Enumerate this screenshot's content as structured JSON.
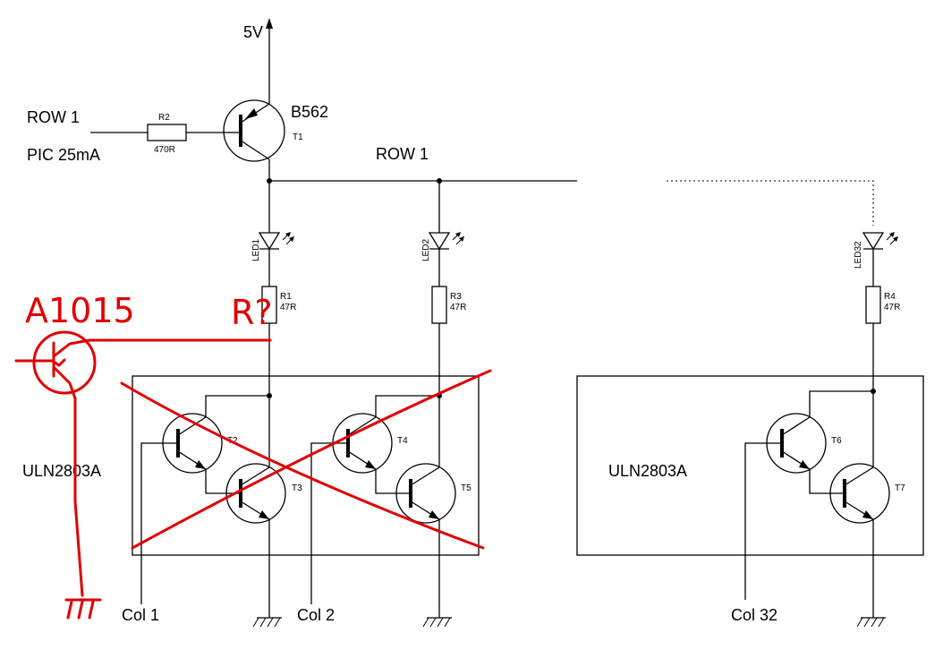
{
  "supply": {
    "label": "5V"
  },
  "row_input": {
    "label": "ROW 1",
    "source_note": "PIC 25mA"
  },
  "row_bus": {
    "label": "ROW 1"
  },
  "resistor_base": {
    "ref": "R2",
    "value": "470R"
  },
  "transistor_high": {
    "part": "B562",
    "ref": "T1"
  },
  "leds": [
    {
      "ref": "LED1"
    },
    {
      "ref": "LED2"
    },
    {
      "ref": "LED32"
    }
  ],
  "resistors_led": [
    {
      "ref": "R1",
      "value": "47R"
    },
    {
      "ref": "R3",
      "value": "47R"
    },
    {
      "ref": "R4",
      "value": "47R"
    }
  ],
  "drivers": [
    {
      "part": "ULN2803A"
    },
    {
      "part": "ULN2803A"
    }
  ],
  "darlington_transistors": [
    "T2",
    "T3",
    "T4",
    "T5",
    "T6",
    "T7"
  ],
  "columns": [
    "Col 1",
    "Col 2",
    "Col 32"
  ],
  "annotations": {
    "replacement_part": "A1015",
    "question": "R?",
    "ink_color": "#e10000"
  }
}
